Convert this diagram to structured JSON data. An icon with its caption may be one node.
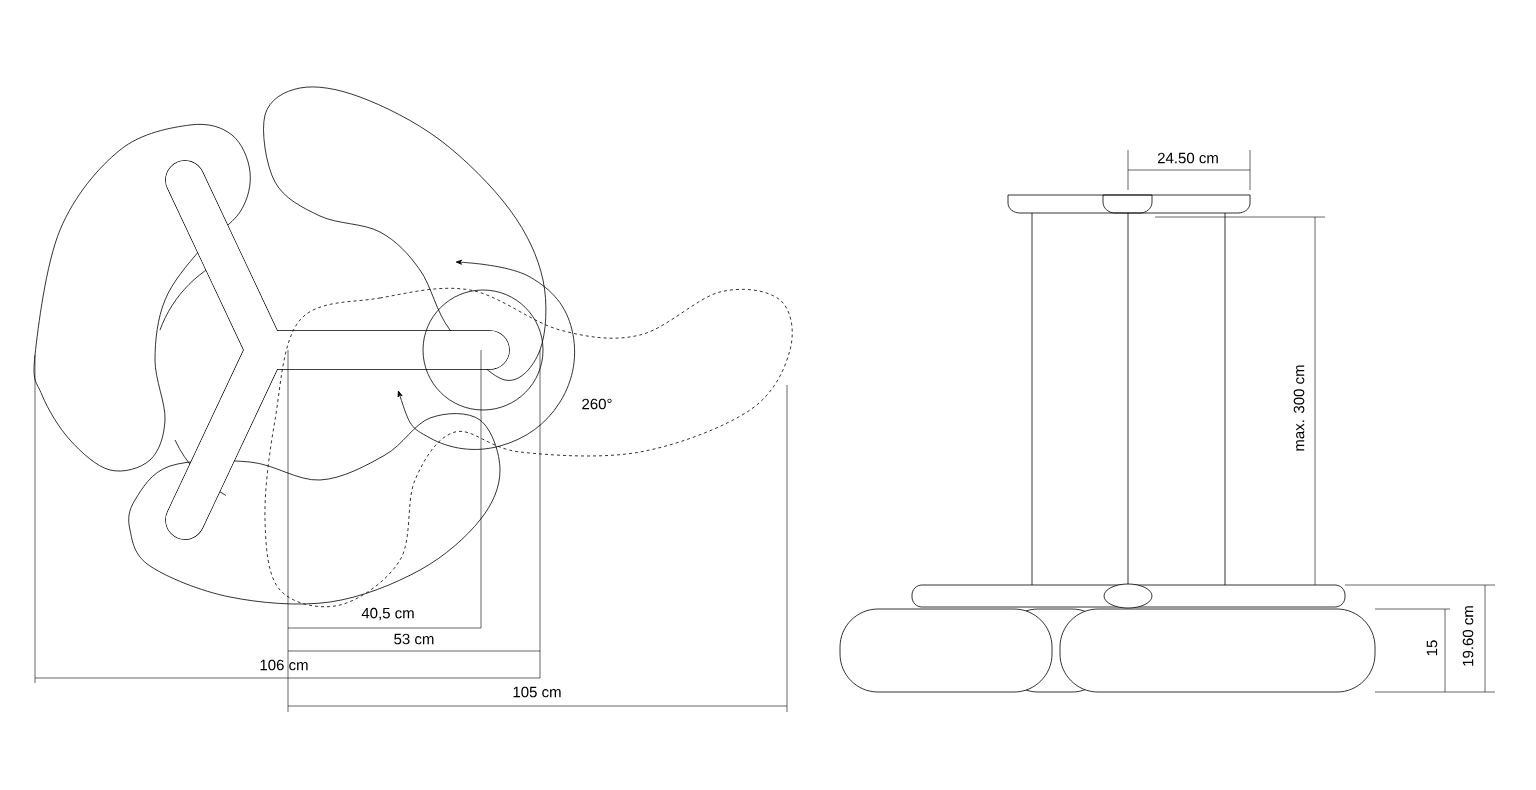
{
  "diagram": {
    "labels": [
      "260°",
      "40,5 cm",
      "53 cm",
      "106 cm",
      "105 cm",
      "24.50 cm",
      "max. 300 cm",
      "15",
      "19.60 cm"
    ]
  }
}
